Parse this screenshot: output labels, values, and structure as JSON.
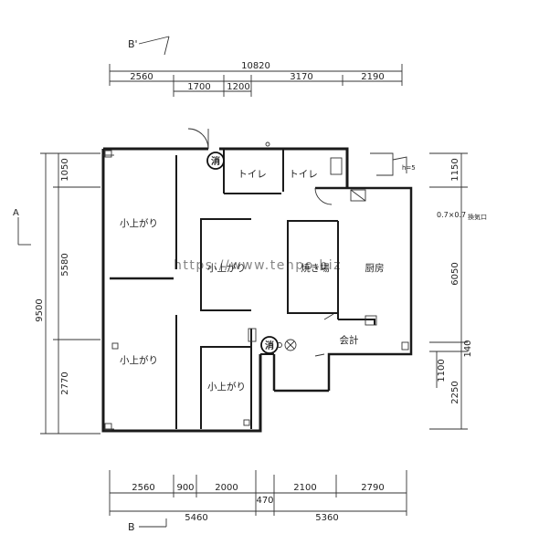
{
  "section_marks": {
    "top": "B'",
    "bottom": "B",
    "left": "A"
  },
  "dimensions": {
    "top_total": "10820",
    "top_segments": [
      "2560",
      "3170",
      "2190"
    ],
    "top_sub": [
      "1700",
      "1200"
    ],
    "bottom_segments": [
      "2560",
      "900",
      "2000",
      "2100",
      "2790"
    ],
    "bottom_mid": "470",
    "bottom_totals": [
      "5460",
      "5360"
    ],
    "left_total": "9500",
    "left_segments": [
      "1050",
      "5580",
      "2770"
    ],
    "right_segments": [
      "1150",
      "6050",
      "140",
      "2250"
    ],
    "right_sub": "1100",
    "right_note": "0.7×0.7",
    "right_note2": "換気口",
    "right_note3": "h=5"
  },
  "rooms": {
    "toilet_1": "トイレ",
    "toilet_2": "トイレ",
    "tatami_top_left": "小上がり",
    "tatami_center": "小上がり",
    "tatami_bottom_left": "小上がり",
    "tatami_bottom_right": "小上がり",
    "grill": "焼き場",
    "kitchen": "厨房",
    "cashier": "会計"
  },
  "symbols": {
    "extinguisher_1": "消",
    "extinguisher_2": "消"
  },
  "watermark": "https://www.tenpo.biz"
}
